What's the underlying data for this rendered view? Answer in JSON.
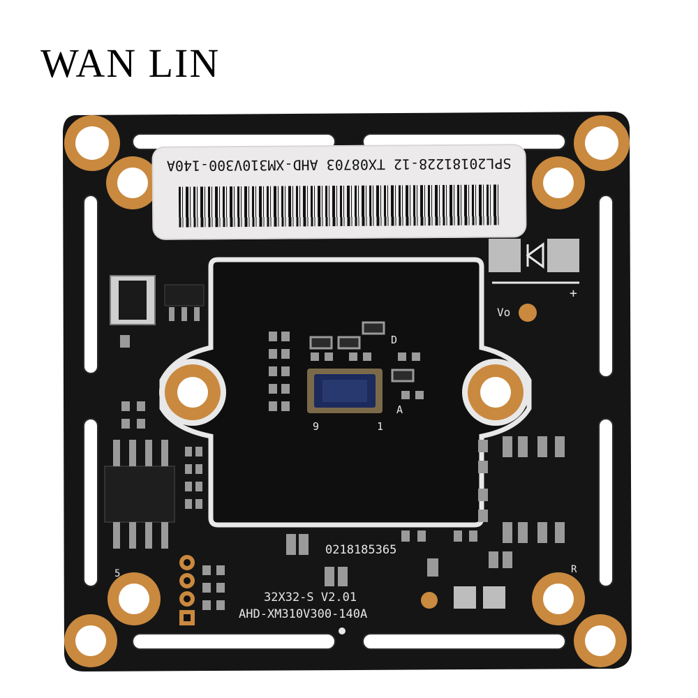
{
  "brand": "WAN LIN",
  "label": {
    "text": "SPL20181228-12 TX08703 AHD-XM310V300-140A"
  },
  "silkscreen": {
    "serial": "0218185365",
    "board_version": "32X32-S V2.01",
    "model": "AHD-XM310V300-140A",
    "marker_a": "A",
    "marker_9": "9",
    "marker_1": "1",
    "marker_d": "D",
    "vo": "Vo",
    "plus": "+",
    "marker_5": "5",
    "marker_r": "R"
  },
  "colors": {
    "pcb": "#151515",
    "gold": "#c9893f",
    "gold_dark": "#a06428",
    "silk": "#e8e8e8",
    "sensor": "#1c2a5c"
  },
  "icons": {
    "diode": "diode-symbol-icon"
  }
}
